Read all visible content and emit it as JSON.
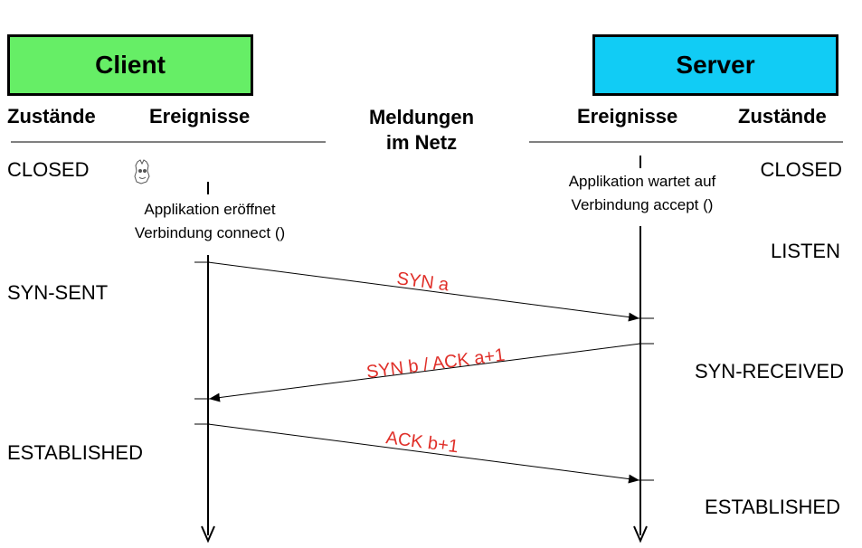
{
  "client": {
    "title": "Client",
    "color": "#66ee66"
  },
  "server": {
    "title": "Server",
    "color": "#11ccf5"
  },
  "headers": {
    "client_states": "Zustände",
    "client_events": "Ereignisse",
    "network_line1": "Meldungen",
    "network_line2": "im Netz",
    "server_events": "Ereignisse",
    "server_states": "Zustände"
  },
  "client_states": [
    "CLOSED",
    "SYN-SENT",
    "ESTABLISHED"
  ],
  "server_states": [
    "CLOSED",
    "LISTEN",
    "SYN-RECEIVED",
    "ESTABLISHED"
  ],
  "client_event": {
    "line1": "Applikation eröffnet",
    "line2": "Verbindung connect ()"
  },
  "server_event": {
    "line1": "Applikation wartet auf",
    "line2": "Verbindung accept ()"
  },
  "messages": [
    "SYN a",
    "SYN b / ACK a+1",
    "ACK b+1"
  ],
  "message_color": "#e0302a"
}
